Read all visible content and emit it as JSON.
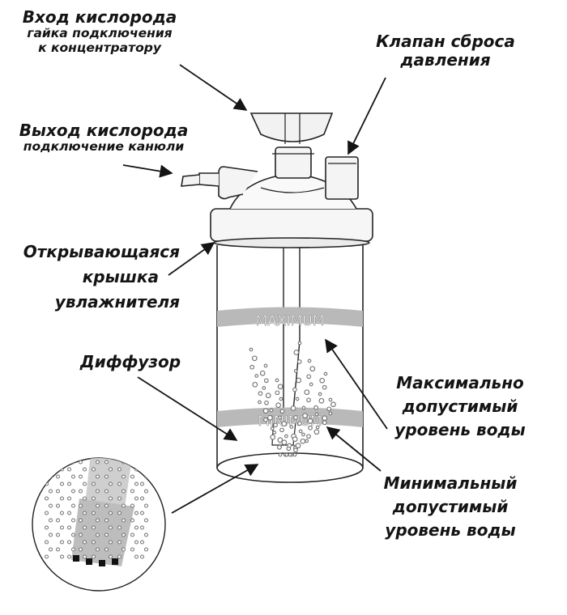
{
  "labels": {
    "oxygen_inlet": {
      "title": "Вход кислорода",
      "sub1": "гайка подключения",
      "sub2": "к концентратору"
    },
    "relief_valve": {
      "line1": "Клапан сброса",
      "line2": "давления"
    },
    "oxygen_outlet": {
      "title": "Выход кислорода",
      "sub": "подключение канюли"
    },
    "lid": {
      "line1": "Открывающаяся",
      "line2": "крышка",
      "line3": "увлажнителя"
    },
    "diffuser": {
      "text": "Диффузор"
    },
    "max_level": {
      "line1": "Максимально",
      "line2": "допустимый",
      "line3": "уровень воды"
    },
    "min_level": {
      "line1": "Минимальный",
      "line2": "допустимый",
      "line3": "уровень воды"
    }
  },
  "bottle": {
    "max_mark": "MAXIMUM",
    "min_mark": "MINIMUM"
  },
  "colors": {
    "ink": "#141414",
    "band": "#b9b9b9",
    "band_text": "#8a8a8a",
    "bubble": "#707070"
  }
}
